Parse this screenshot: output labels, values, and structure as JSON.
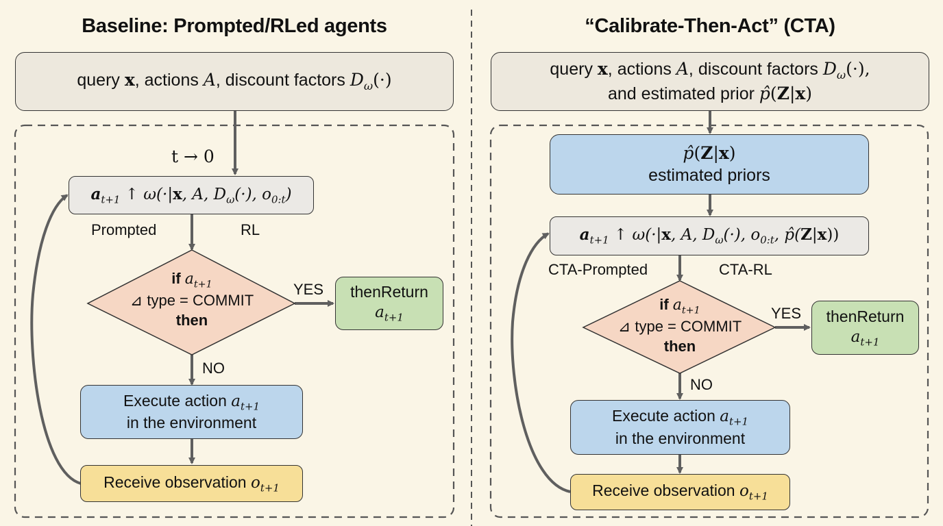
{
  "left_panel": {
    "title": "Baseline: Prompted/RLed agents",
    "input": {
      "prefix": "query ",
      "x": "x",
      "mid1": ", actions ",
      "A": "A",
      "mid2": ", discount factors ",
      "D": "D",
      "omega_sub": "ω",
      "arg": "(·)"
    },
    "init_label": "t → 0",
    "policy": {
      "a": "a",
      "a_sub": "t+1",
      "rest1": " ↑ ω(·|",
      "x": "x",
      "rest2": ", A, D",
      "omega_sub": "ω",
      "rest3": "(·), o",
      "o_sub": "0:t",
      "rest4": ")"
    },
    "variant_labels": [
      "Prompted",
      "RL"
    ],
    "decision": {
      "line1_bold": "if ",
      "line1_var": "a",
      "line1_sub": "t+1",
      "line2": "⊿ type = COMMIT",
      "line3": "then"
    },
    "yes_label": "YES",
    "no_label": "NO",
    "return_box": {
      "text": "thenReturn",
      "var": "a",
      "sub": "t+1"
    },
    "execute_box": {
      "line1": "Execute action ",
      "var": "a",
      "sub": "t+1",
      "line2": "in the environment"
    },
    "observe_box": {
      "text": "Receive observation ",
      "var": "o",
      "sub": "t+1"
    }
  },
  "right_panel": {
    "title": "“Calibrate-Then-Act” (CTA)",
    "input": {
      "prefix": "query ",
      "x": "x",
      "mid1": ", actions ",
      "A": "A",
      "mid2": ", discount factors ",
      "D": "D",
      "omega_sub": "ω",
      "arg": "(·),",
      "line2_prefix": "and estimated prior ",
      "phat": "p̂",
      "prior_open": "(",
      "Z": "Z",
      "bar": "|",
      "x2": "x",
      "prior_close": ")"
    },
    "prior_box": {
      "phat": "p̂",
      "open": "(",
      "Z": "Z",
      "bar": "|",
      "x": "x",
      "close": ")",
      "label": "estimated priors"
    },
    "policy": {
      "a": "a",
      "a_sub": "t+1",
      "rest1": " ↑ ω(·|",
      "x": "x",
      "rest2": ", A, D",
      "omega_sub": "ω",
      "rest3": "(·), o",
      "o_sub": "0:t",
      "rest4": ", p̂(",
      "Z": "Z",
      "bar": "|",
      "x2": "x",
      "rest5": "))"
    },
    "variant_labels": [
      "CTA-Prompted",
      "CTA-RL"
    ],
    "decision": {
      "line1_bold": "if ",
      "line1_var": "a",
      "line1_sub": "t+1",
      "line2": "⊿ type = COMMIT",
      "line3": "then"
    },
    "yes_label": "YES",
    "no_label": "NO",
    "return_box": {
      "text": "thenReturn",
      "var": "a",
      "sub": "t+1"
    },
    "execute_box": {
      "line1": "Execute action ",
      "var": "a",
      "sub": "t+1",
      "line2": "in the environment"
    },
    "observe_box": {
      "text": "Receive observation ",
      "var": "o",
      "sub": "t+1"
    }
  },
  "colors": {
    "background": "#faf5e6",
    "input_box": "#ede8dd",
    "policy_box": "#ebe9e5",
    "prior_box": "#bcd6ec",
    "execute_box": "#bcd6ec",
    "observe_box": "#f7df98",
    "return_box": "#c8e0b4",
    "decision": "#f6d7c4",
    "arrow": "#5f5f5f",
    "dashed_border": "#555555"
  }
}
